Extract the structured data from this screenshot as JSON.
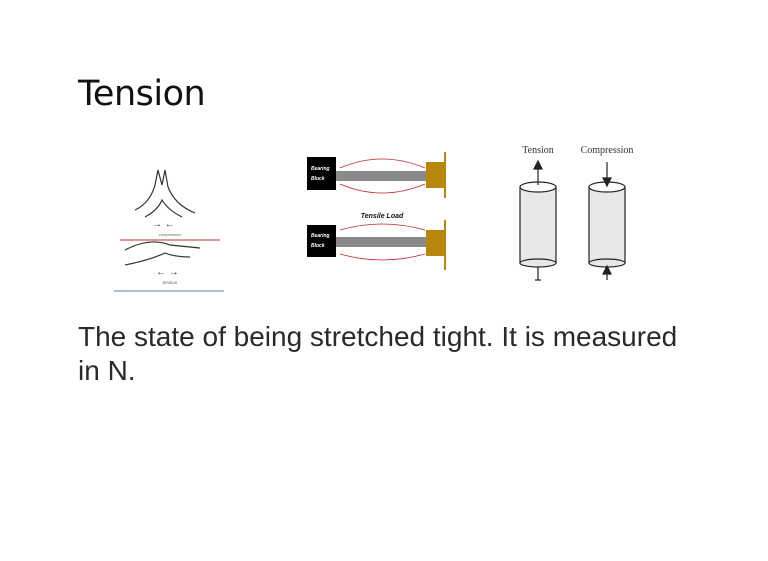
{
  "slide": {
    "title": "Tension",
    "body": "The state of being stretched tight. It is measured in N."
  },
  "figures": {
    "hands": {
      "compression_label": "compression",
      "tension_label": "tension"
    },
    "rod": {
      "block_label_1": "Bearing",
      "block_label_2": "Block",
      "caption": "Tensile Load",
      "colors": {
        "arrow": "#c0282a",
        "block": "#000000",
        "end_cap": "#b8860b"
      }
    },
    "cylinders": {
      "tension_label": "Tension",
      "compression_label": "Compression"
    }
  }
}
